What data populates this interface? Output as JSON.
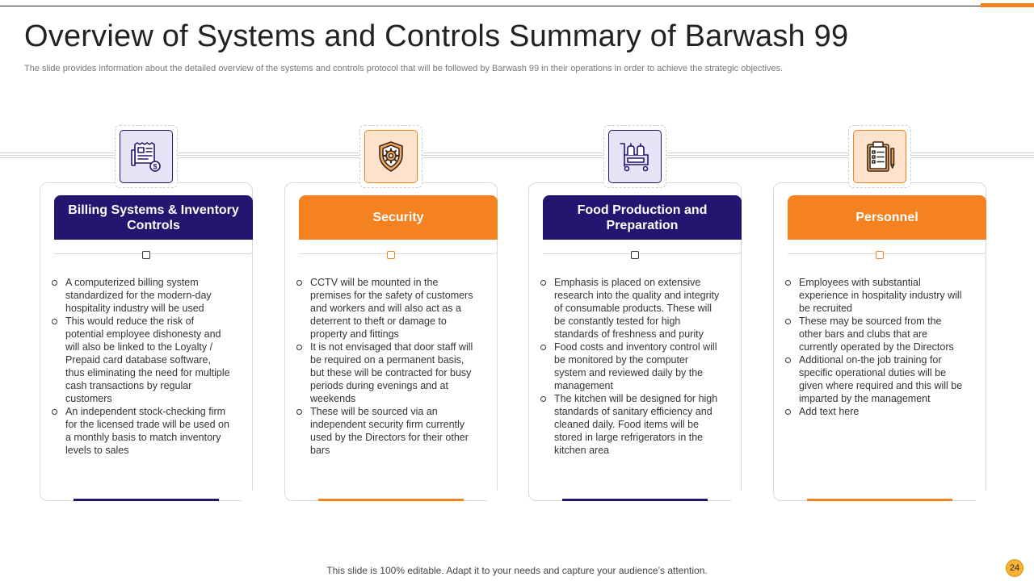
{
  "slide": {
    "title": "Overview of Systems and Controls Summary of Barwash 99",
    "subtitle": "The slide provides information about the detailed overview of the systems and controls protocol that will be followed by Barwash 99 in their operations in order to achieve the strategic objectives.",
    "footer": "This slide is 100% editable. Adapt it to your needs and capture your audience’s attention.",
    "page_number": "24"
  },
  "colors": {
    "purple": "#241670",
    "orange": "#f58220"
  },
  "cards": [
    {
      "icon": "billing-document-icon",
      "title": "Billing Systems & Inventory Controls",
      "bullets": [
        "A computerized billing system standardized for the modern-day hospitality industry will be used",
        "This would reduce the risk of potential employee dishonesty and will also be linked to the Loyalty / Prepaid card database software, thus eliminating the need for multiple cash transactions by regular customers",
        "An independent stock-checking firm for the licensed trade will be used on a monthly basis to match inventory levels to sales"
      ]
    },
    {
      "icon": "security-shield-icon",
      "title": "Security",
      "bullets": [
        "CCTV will be mounted in the premises for the safety of customers and workers and will also act as a deterrent to theft or damage to property and fittings",
        "It is not envisaged that door staff will be required on a permanent basis, but these will be contracted for busy periods during evenings and at weekends",
        "These will be sourced via an independent security firm currently used by the Directors for their other bars"
      ]
    },
    {
      "icon": "food-trolley-icon",
      "title": "Food Production and Preparation",
      "bullets": [
        "Emphasis is placed on extensive research into the quality and integrity of consumable products. These will be constantly tested for high standards of freshness and purity",
        "Food costs and inventory control will be monitored by the computer system and reviewed daily by the management",
        "The kitchen will be designed for high standards of sanitary efficiency and cleaned daily. Food items will be stored in large refrigerators in the kitchen area"
      ]
    },
    {
      "icon": "clipboard-checklist-icon",
      "title": "Personnel",
      "bullets": [
        "Employees with substantial experience in hospitality industry will be recruited",
        "These may be sourced from the other bars and clubs that are currently operated by the Directors",
        "Additional on-the job training for specific operational duties will be given where required and this will be imparted by the management",
        "Add text here"
      ]
    }
  ]
}
